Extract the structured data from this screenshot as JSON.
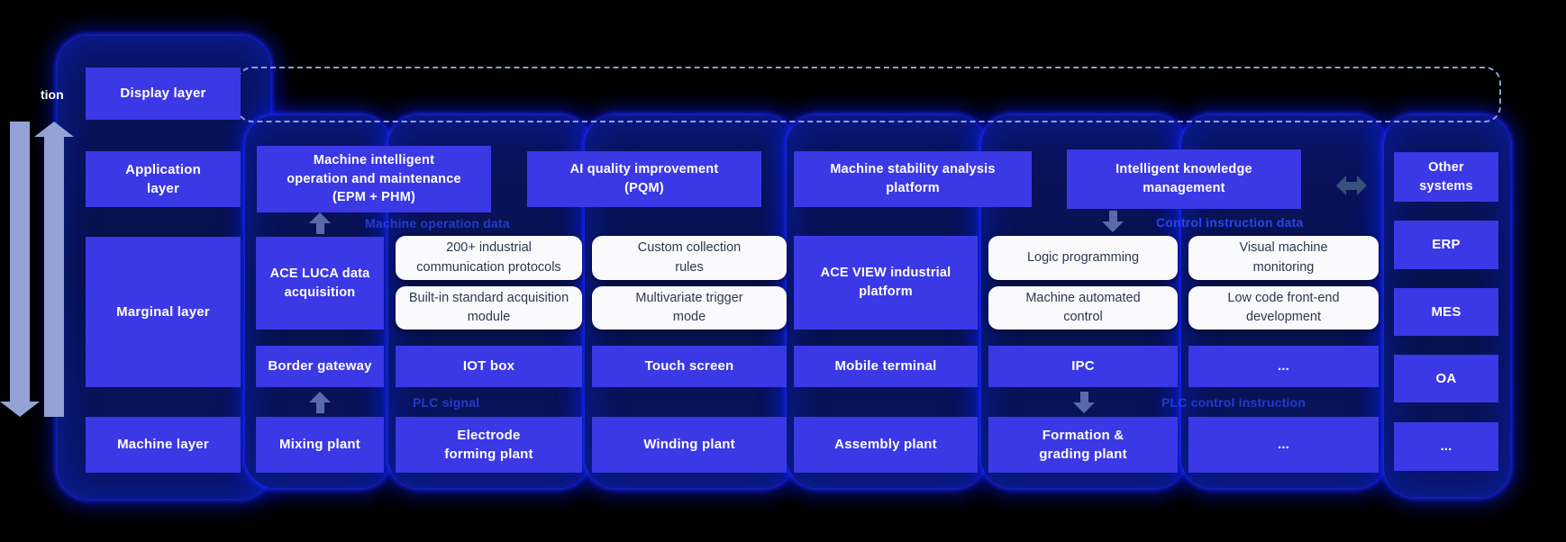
{
  "diagram": {
    "partial_left_text": "tion",
    "layer_column": {
      "display": "Display layer",
      "application": "Application layer",
      "marginal": "Marginal layer",
      "machine": "Machine layer"
    },
    "application_row": {
      "epm_phm": "Machine intelligent operation and maintenance (EPM + PHM)",
      "pqm": "AI quality improvement (PQM)",
      "stability": "Machine stability analysis platform",
      "knowledge": "Intelligent knowledge management",
      "other_systems": "Other systems"
    },
    "flow_labels": {
      "machine_operation_data": "Machine operation data",
      "control_instruction_data": "Control instruction data",
      "plc_signal": "PLC signal",
      "plc_control_instruction": "PLC control instruction"
    },
    "marginal_row": {
      "ace_luca": "ACE LUCA data acquisition",
      "protocols": "200+ industrial communication protocols",
      "builtin_module": "Built-in standard acquisition module",
      "custom_rules": "Custom collection rules",
      "multivariate": "Multivariate trigger mode",
      "ace_view": "ACE VIEW industrial platform",
      "logic_programming": "Logic programming",
      "machine_automated": "Machine automated control",
      "visual_monitoring": "Visual machine monitoring",
      "low_code": "Low code front-end development"
    },
    "device_row": {
      "border_gateway": "Border gateway",
      "iot_box": "IOT box",
      "touch_screen": "Touch screen",
      "mobile_terminal": "Mobile terminal",
      "ipc": "IPC",
      "more": "..."
    },
    "machine_row": {
      "mixing": "Mixing plant",
      "electrode": "Electrode forming plant",
      "winding": "Winding plant",
      "assembly": "Assembly plant",
      "formation": "Formation & grading plant",
      "more": "..."
    },
    "external_systems": {
      "erp": "ERP",
      "mes": "MES",
      "oa": "OA",
      "more": "..."
    },
    "colors": {
      "box_blue": "#3b38e6",
      "capsule_fill": "#081257",
      "glow_blue": "#0a1ee0",
      "label_blue": "#2945e8",
      "arrow_light": "#93a3d6",
      "white_box_bg": "#fafafc",
      "white_box_text": "#2b3950",
      "dash_color": "#9db0e8"
    }
  }
}
